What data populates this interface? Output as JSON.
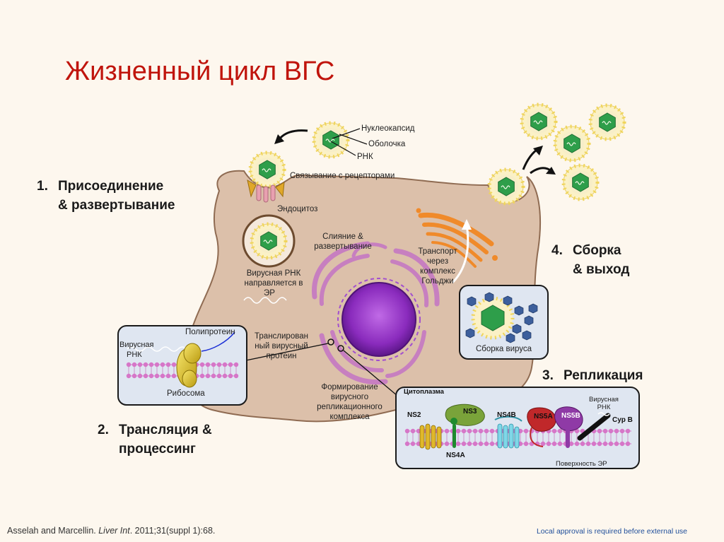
{
  "title": "Жизненный цикл ВГС",
  "steps": {
    "s1": {
      "num": "1.",
      "line1": "Присоединение",
      "line2": "& развертывание"
    },
    "s2": {
      "num": "2.",
      "line1": "Трансляция &",
      "line2": "процессинг"
    },
    "s3": {
      "num": "3.",
      "line1": "Репликация"
    },
    "s4": {
      "num": "4.",
      "line1": "Сборка",
      "line2": "& выход"
    }
  },
  "virion_labels": {
    "nucleocapsid": "Нуклеокапсид",
    "envelope": "Оболочка",
    "rna": "РНК"
  },
  "cell_labels": {
    "receptor_binding": "Связывание с рецепторами",
    "endocytosis": "Эндоцитоз",
    "fusion_l1": "Слияние  &",
    "fusion_l2": "развертывание",
    "viral_rna_l1": "Вирусная РНК",
    "viral_rna_l2": "направляется в",
    "viral_rna_l3": "ЭР",
    "golgi_l1": "Транспорт",
    "golgi_l2": "через",
    "golgi_l3": "комплекс",
    "golgi_l4": "Гольджи",
    "translated_l1": "Транслирован",
    "translated_l2": "ный вирусный",
    "translated_l3": "протеин",
    "complex_l1": "Формирование",
    "complex_l2": "вирусного",
    "complex_l3": "репликационного",
    "complex_l4": "комплекса"
  },
  "translation_inset": {
    "polyprotein": "Полипротеин",
    "viral_rna_l1": "Вирусная",
    "viral_rna_l2": "РНК",
    "ribosome": "Рибосома"
  },
  "assembly_inset": {
    "label": "Сборка вируса"
  },
  "replication_inset": {
    "cytoplasm": "Цитоплазма",
    "ns2": "NS2",
    "ns3": "NS3",
    "ns4a": "NS4A",
    "ns4b": "NS4B",
    "ns5a": "NS5A",
    "ns5b": "NS5B",
    "viral_rna_l1": "Вирусная",
    "viral_rna_l2": "РНК",
    "cypb": "Cyp B",
    "er_surface": "Поверхность ЭР"
  },
  "footer": {
    "authors": "Asselah and Marcellin. ",
    "journal": "Liver Int",
    "rest": ". 2011;31(suppl 1):68.",
    "note": "Local approval is required before external use"
  },
  "colors": {
    "title": "#c0140c",
    "cell": "#dcc0aa",
    "nucleus": "#8a2bbd",
    "er": "#c77fc0",
    "golgi": "#f08a2a",
    "capsid": "#2e9e4a",
    "virion_envelope": "#f4e7a8",
    "note": "#1f4e9a"
  }
}
